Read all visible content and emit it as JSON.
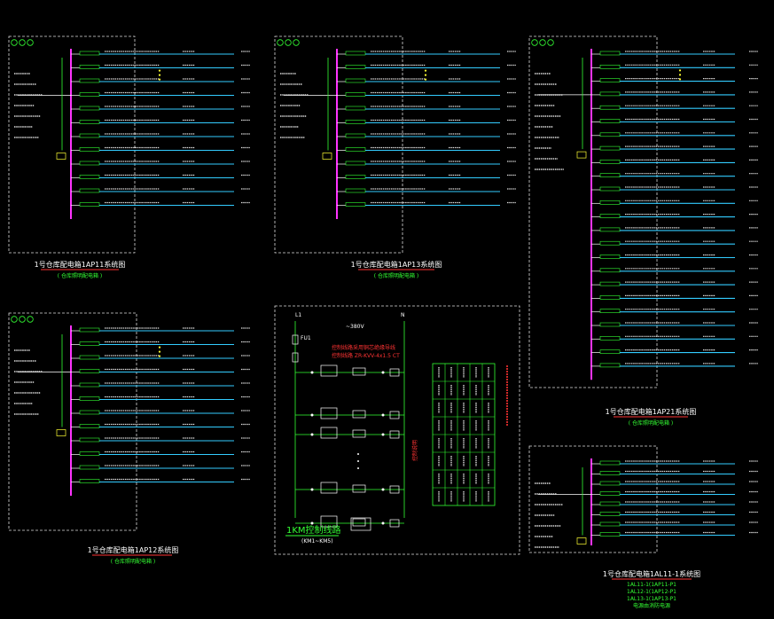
{
  "panels": [
    {
      "id": "ap11",
      "caption": "1号仓库配电箱1AP11系统图",
      "sub": "( 仓库照明配电箱 )",
      "rows": 12
    },
    {
      "id": "ap13",
      "caption": "1号仓库配电箱1AP13系统图",
      "sub": "( 仓库照明配电箱 )",
      "rows": 12
    },
    {
      "id": "ap12",
      "caption": "1号仓库配电箱1AP12系统图",
      "sub": "( 仓库照明配电箱 )",
      "rows": 12
    },
    {
      "id": "ap21",
      "caption": "1号仓库配电箱1AP21系统图",
      "sub": "( 仓库照明配电箱 )",
      "rows": 24
    },
    {
      "id": "al11",
      "caption": "1号仓库配电箱1AL11-1系统图",
      "sub": "",
      "rows": 8,
      "notes": [
        "1AL11-1(1AP11-P1",
        "1AL12-1(1AP12-P1",
        "1AL13-1(1AP13-P1",
        "电源由消防电源"
      ]
    }
  ],
  "control": {
    "title": "1KM控制线路",
    "subtitle": "(KM1~KM5)",
    "voltage": "~380V",
    "l1": "L1",
    "n": "N",
    "fu": "FU1",
    "note1": "控制线路采用铜芯绝缘导线",
    "note2": "控制线路 ZR-KVV-4x1.5 CT",
    "vertical_label": "控制说明"
  }
}
